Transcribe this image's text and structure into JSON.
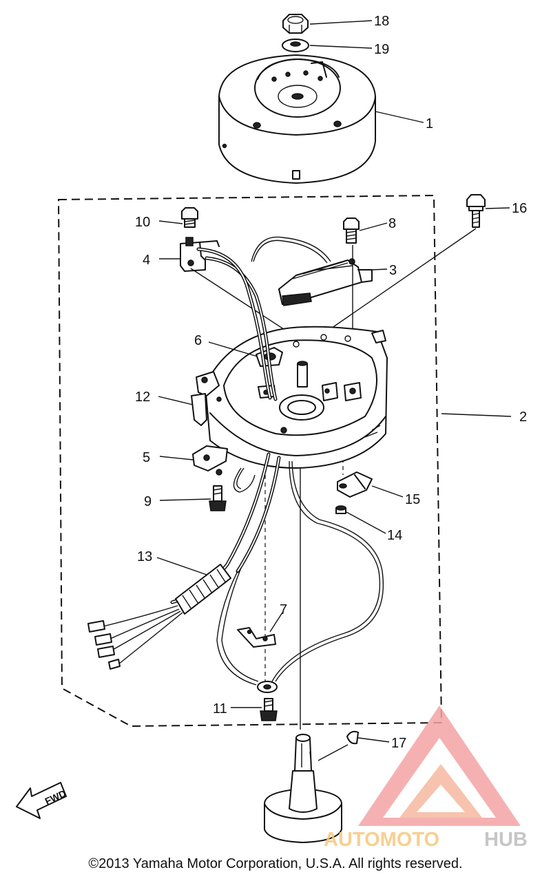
{
  "diagram": {
    "callouts": [
      "18",
      "19",
      "1",
      "16",
      "10",
      "8",
      "4",
      "3",
      "6",
      "12",
      "2",
      "5",
      "15",
      "9",
      "14",
      "13",
      "7",
      "11",
      "17"
    ],
    "fwd_label": "FWD"
  },
  "watermark": {
    "text_part1": "AUTOMOTO",
    "text_part2": "HUB",
    "colors": {
      "primary": "#f4a4a4",
      "accent": "#f7c77e",
      "grey": "#bdbdbd"
    }
  },
  "footer": {
    "copyright": "©2013 Yamaha Motor Corporation, U.S.A. All rights reserved."
  }
}
